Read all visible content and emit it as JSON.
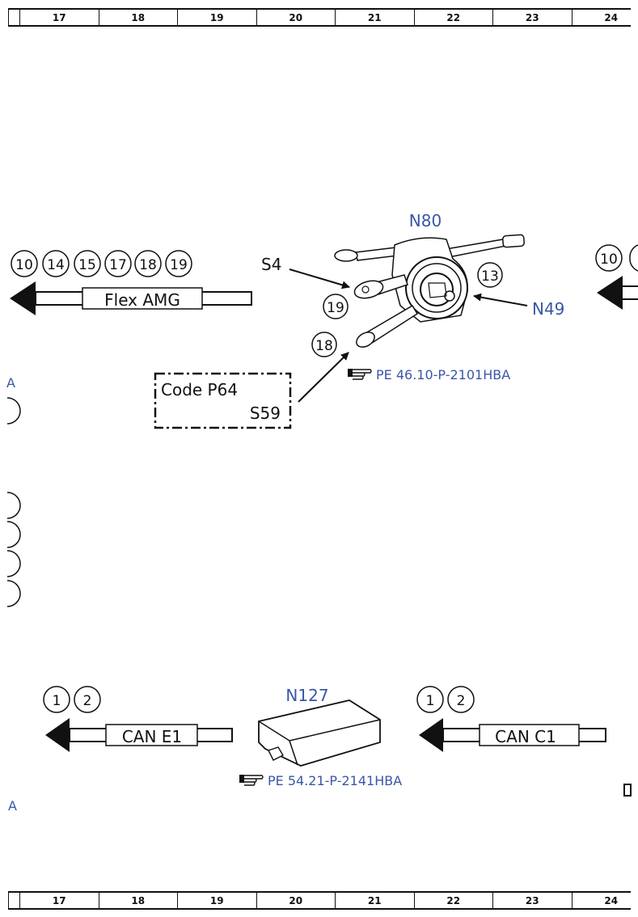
{
  "ruler": {
    "columns": [
      "17",
      "18",
      "19",
      "20",
      "21",
      "22",
      "23",
      "24"
    ]
  },
  "left_connector": {
    "label": "Flex AMG",
    "circles": [
      "10",
      "14",
      "15",
      "17",
      "18",
      "19"
    ]
  },
  "right_edge_circle": "10",
  "switch_module": {
    "title": "N80",
    "s4": "S4",
    "n49": "N49",
    "callout_13": "13",
    "callout_19": "19",
    "callout_18": "18",
    "ref": "PE 46.10-P-2101HBA"
  },
  "code_box": {
    "line1": "Code P64",
    "line2": "S59"
  },
  "edge_marks": {
    "a_top": "A",
    "a_bottom": "A"
  },
  "can_left": {
    "label": "CAN E1",
    "circles": [
      "1",
      "2"
    ]
  },
  "can_right": {
    "label": "CAN C1",
    "circles": [
      "1",
      "2"
    ]
  },
  "module_n127": {
    "title": "N127",
    "ref": "PE 54.21-P-2141HBA"
  },
  "colors": {
    "blue": "#3a57a7",
    "black": "#111111"
  }
}
